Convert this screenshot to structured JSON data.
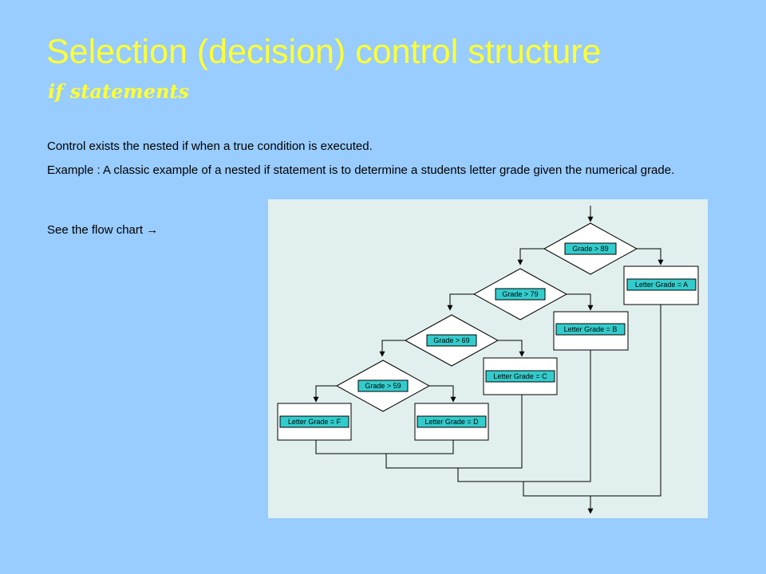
{
  "slide": {
    "title": "Selection (decision) control structure",
    "subtitle": "if statements",
    "paragraphs": {
      "control": "Control exists the nested if when a true condition is executed.",
      "example": "Example : A classic example of a nested if statement is to determine a students letter grade given the numerical grade.",
      "see": "See the flow chart",
      "see_arrow": "→"
    }
  },
  "flowchart": {
    "decisions": [
      {
        "label": "Grade > 89"
      },
      {
        "label": "Grade > 79"
      },
      {
        "label": "Grade > 69"
      },
      {
        "label": "Grade > 59"
      }
    ],
    "outcomes": {
      "a": "Letter Grade = A",
      "b": "Letter Grade = B",
      "c": "Letter Grade = C",
      "d": "Letter Grade = D",
      "f": "Letter Grade = F"
    },
    "colors": {
      "background": "#e1f0ef",
      "label_fill": "#33cccc",
      "line": "#000000"
    }
  }
}
